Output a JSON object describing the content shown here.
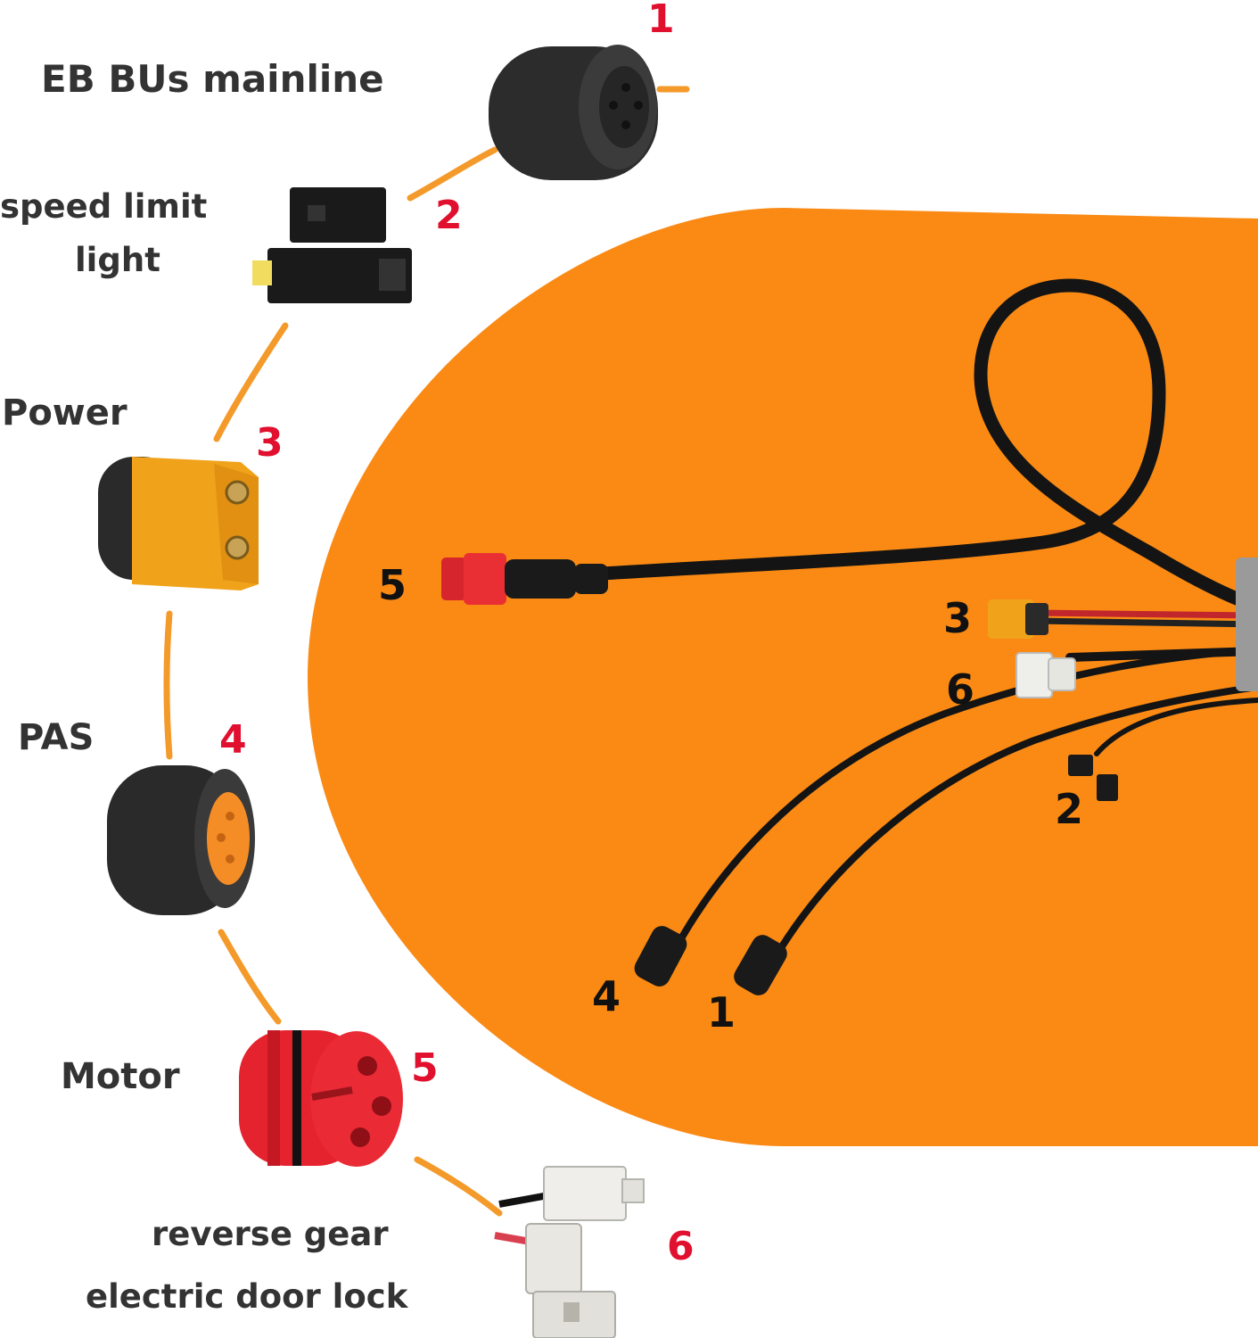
{
  "colors": {
    "accent_orange": "#fa8a14",
    "arc_orange": "#f49a2a",
    "number_red": "#e0102e",
    "label_gray": "#333333",
    "cable_black": "#141414"
  },
  "connectors": [
    {
      "number": "1",
      "label": "EB BUs mainline",
      "icon": "round-black-bus-connector-icon"
    },
    {
      "number": "2",
      "label": "speed limit light",
      "icon": "black-2pin-connector-icon"
    },
    {
      "number": "3",
      "label": "Power",
      "icon": "yellow-xt60-connector-icon"
    },
    {
      "number": "4",
      "label": "PAS",
      "icon": "pas-connector-icon"
    },
    {
      "number": "5",
      "label": "Motor",
      "icon": "red-motor-connector-icon"
    },
    {
      "number": "6",
      "label": "reverse gear electric door lock",
      "icon": "white-2pin-connector-icon"
    }
  ],
  "labels": {
    "l1": "EB BUs mainline",
    "l2a": "speed limit",
    "l2b": "light",
    "l3": "Power",
    "l4": "PAS",
    "l5": "Motor",
    "l6a": "reverse gear",
    "l6b": "electric door lock"
  },
  "numbers": {
    "n1": "1",
    "n2": "2",
    "n3": "3",
    "n4": "4",
    "n5": "5",
    "n6": "6"
  }
}
